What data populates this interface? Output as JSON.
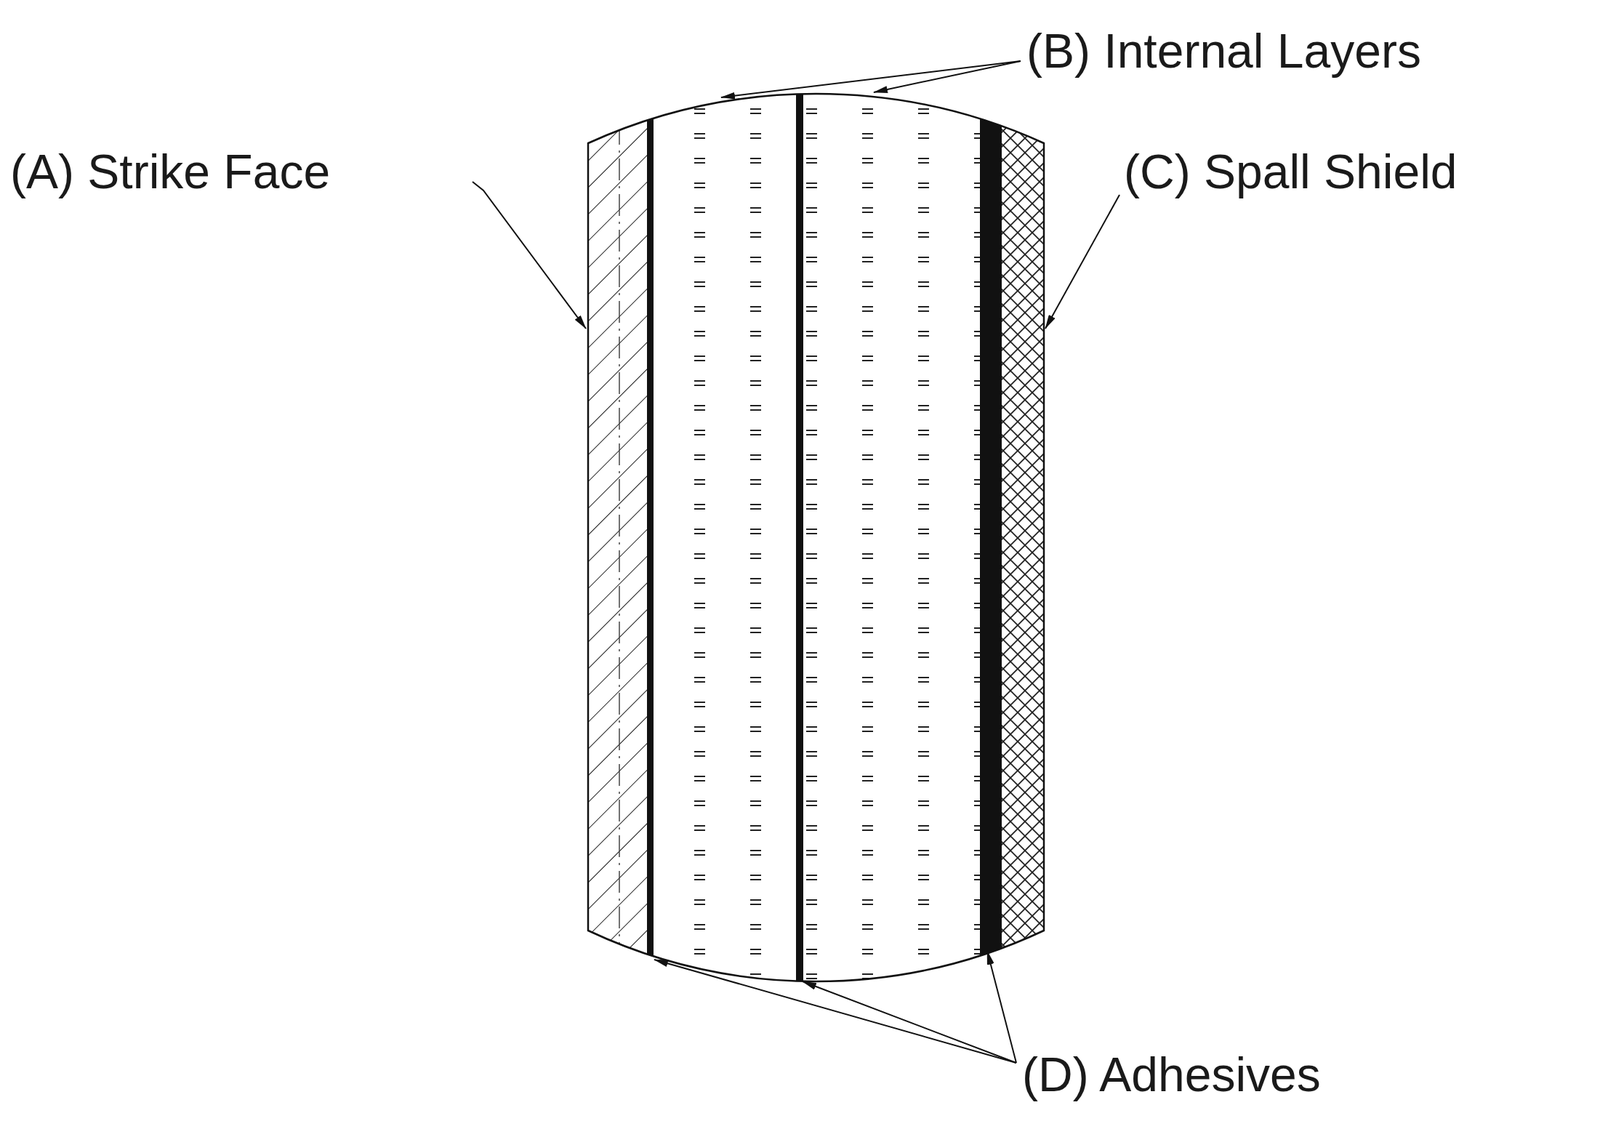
{
  "diagram": {
    "labels": [
      "(A) Strike Face",
      "(B) Internal Layers",
      "(C) Spall Shield",
      "(D) Adhesives"
    ]
  }
}
